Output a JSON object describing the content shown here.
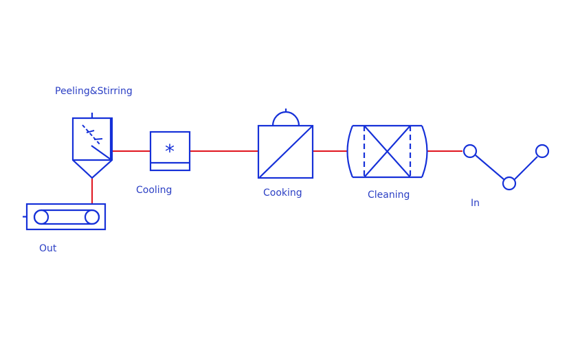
{
  "colors": {
    "equipment": "#1530d8",
    "pipe": "#e0141e",
    "label": "#2b3fc4",
    "background": "#ffffff"
  },
  "labels": {
    "peeling_stirring": "Peeling&Stirring",
    "cooling": "Cooling",
    "cooking": "Cooking",
    "cleaning": "Cleaning",
    "in": "In",
    "out": "Out"
  },
  "icons": {
    "cooling_symbol": "*"
  }
}
